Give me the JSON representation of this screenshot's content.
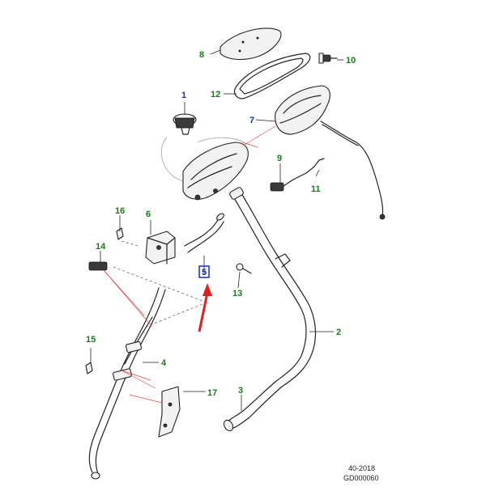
{
  "callouts": [
    {
      "id": "c1",
      "label": "1",
      "color": "#1a2fb8"
    },
    {
      "id": "c2",
      "label": "2",
      "color": "#1a7a1a"
    },
    {
      "id": "c3",
      "label": "3",
      "color": "#1a7a1a"
    },
    {
      "id": "c4",
      "label": "4",
      "color": "#1a7a1a"
    },
    {
      "id": "c5",
      "label": "5",
      "color": "#1a2fb8"
    },
    {
      "id": "c6",
      "label": "6",
      "color": "#1a7a1a"
    },
    {
      "id": "c7",
      "label": "7",
      "color": "#1a2fb8"
    },
    {
      "id": "c8",
      "label": "8",
      "color": "#1a7a1a"
    },
    {
      "id": "c9",
      "label": "9",
      "color": "#1a7a1a"
    },
    {
      "id": "c10",
      "label": "10",
      "color": "#1a7a1a"
    },
    {
      "id": "c11",
      "label": "11",
      "color": "#1a7a1a"
    },
    {
      "id": "c12",
      "label": "12",
      "color": "#1a7a1a"
    },
    {
      "id": "c13",
      "label": "13",
      "color": "#1a7a1a"
    },
    {
      "id": "c14",
      "label": "14",
      "color": "#1a7a1a"
    },
    {
      "id": "c15",
      "label": "15",
      "color": "#1a7a1a"
    },
    {
      "id": "c16",
      "label": "16",
      "color": "#1a7a1a"
    },
    {
      "id": "c17",
      "label": "17",
      "color": "#1a7a1a"
    }
  ],
  "highlight": {
    "callout": "5",
    "arrow_color": "#e02020",
    "box_color": "#1a2fb8"
  },
  "footer": {
    "date_code": "40-2018",
    "drawing_id": "GD000060"
  }
}
